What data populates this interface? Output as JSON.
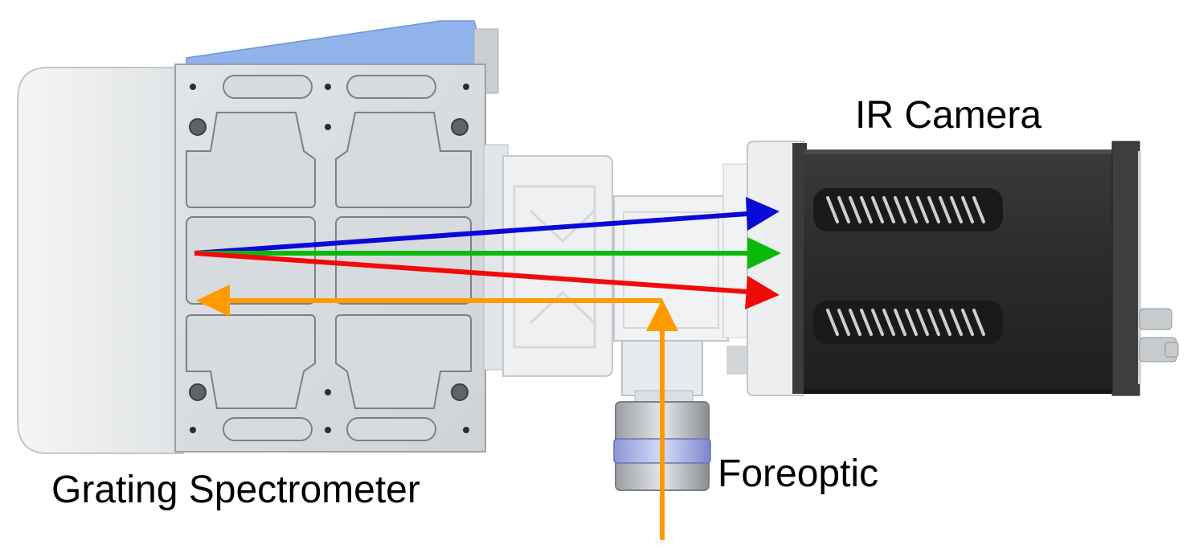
{
  "labels": {
    "camera": "IR Camera",
    "spectrometer": "Grating Spectrometer",
    "foreoptic": "Foreoptic"
  },
  "colors": {
    "beam_blue": "#0a0ad8",
    "beam_green": "#0aba0a",
    "beam_red": "#f00a0a",
    "beam_orange": "#ff9a00",
    "housing_light": "#e9ebec",
    "housing_mid": "#d2d6d8",
    "camera_body": "#2e2e2e",
    "accent_blue": "#7aa6e6"
  },
  "components": [
    {
      "name": "grating-spectrometer",
      "label_key": "spectrometer"
    },
    {
      "name": "ir-camera",
      "label_key": "camera"
    },
    {
      "name": "foreoptic",
      "label_key": "foreoptic"
    }
  ],
  "beams": [
    {
      "name": "input-beam",
      "color": "beam_orange",
      "from": "foreoptic",
      "to": "grating-spectrometer"
    },
    {
      "name": "dispersed-blue",
      "color": "beam_blue",
      "from": "grating-spectrometer",
      "to": "ir-camera"
    },
    {
      "name": "dispersed-green",
      "color": "beam_green",
      "from": "grating-spectrometer",
      "to": "ir-camera"
    },
    {
      "name": "dispersed-red",
      "color": "beam_red",
      "from": "grating-spectrometer",
      "to": "ir-camera"
    }
  ]
}
